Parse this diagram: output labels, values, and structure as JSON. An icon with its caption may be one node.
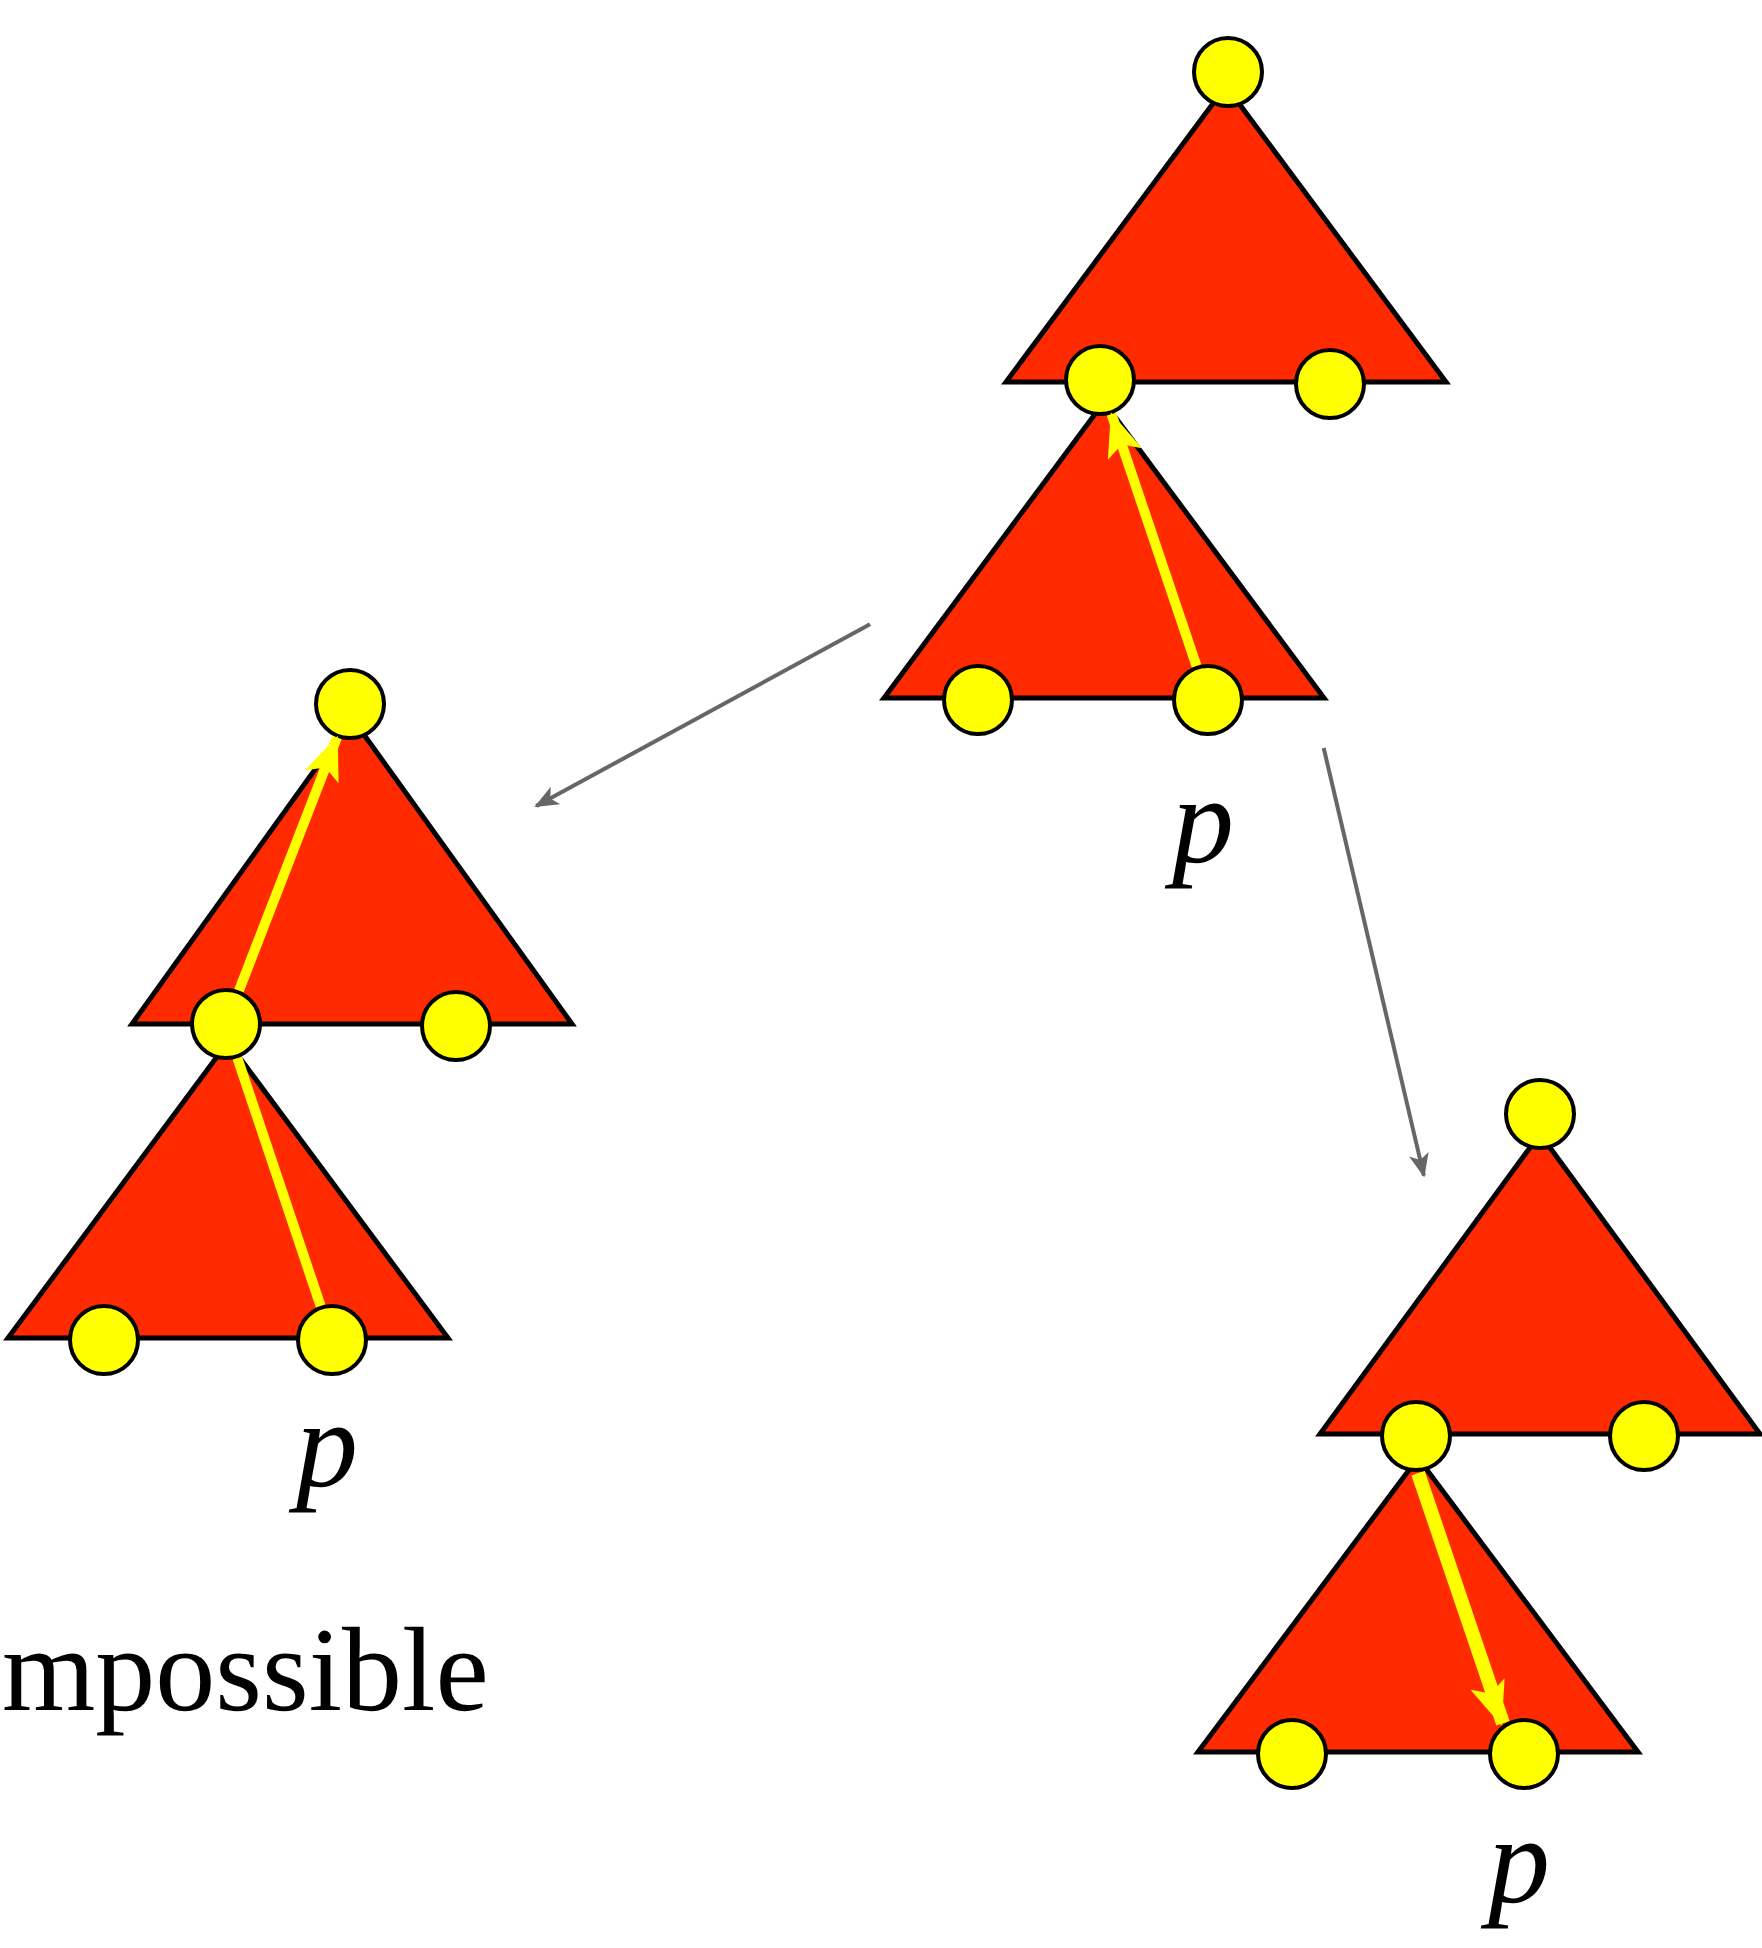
{
  "diagram": {
    "nodes": [
      {
        "text": [],
        "shape": "picture",
        "beside": [
          "p"
        ]
      },
      {
        "text": [],
        "shape": "picture",
        "beside": [
          "p"
        ]
      },
      {
        "text": [],
        "shape": "picture",
        "beside": [
          "p"
        ]
      }
    ],
    "edges": [
      {
        "from": 0,
        "to": 1,
        "arrow": "to"
      },
      {
        "from": 0,
        "to": 2,
        "arrow": "to"
      }
    ],
    "labels": [
      "mpossible"
    ]
  }
}
